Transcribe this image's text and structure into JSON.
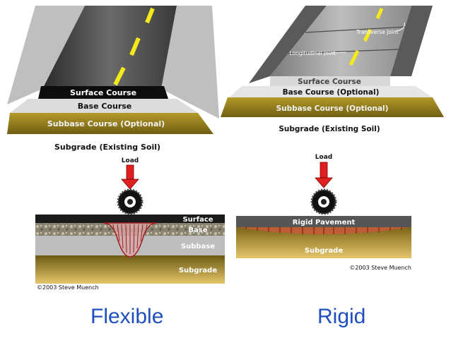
{
  "flexible_top": {
    "layers": [
      "Surface Course",
      "Base Course",
      "Subbase Course (Optional)"
    ],
    "ground_label": "Subgrade (Existing Soil)"
  },
  "rigid_top": {
    "joint_transverse": "Transverse Joint",
    "joint_longitudinal": "Longitudinal Joint",
    "layers": [
      "Surface Course",
      "Base Course (Optional)",
      "Subbase Course (Optional)"
    ],
    "ground_label": "Subgrade (Existing Soil)"
  },
  "flexible_bottom": {
    "load_label": "Load",
    "layers": [
      "Surface",
      "Base",
      "Subbase",
      "Subgrade"
    ],
    "copyright": "©2003 Steve Muench"
  },
  "rigid_bottom": {
    "load_label": "Load",
    "layers": [
      "Rigid Pavement",
      "Subgrade"
    ],
    "copyright": "©2003 Steve Muench"
  },
  "captions": {
    "flexible": "Flexible",
    "rigid": "Rigid"
  },
  "colors": {
    "surface": "#111111",
    "base": "#dcdcdc",
    "subbase": "#9a8420",
    "asphalt": "#555555",
    "stripe": "#f4ea1a",
    "arrow": "#e02020",
    "caption": "#1f4fbf"
  }
}
